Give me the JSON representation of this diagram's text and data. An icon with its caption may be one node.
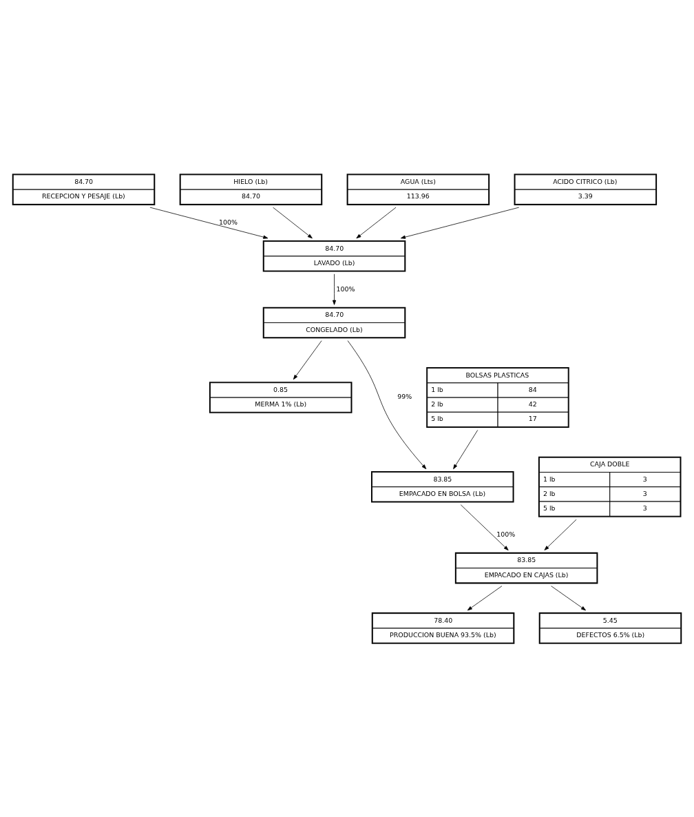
{
  "diagram": {
    "nodes": [
      {
        "text": [
          "84.70",
          "RECEPCION Y PESAJE (Lb)"
        ]
      },
      {
        "text": [
          "HIELO (Lb)",
          "84.70"
        ]
      },
      {
        "text": [
          "AGUA (Lts)",
          "113.96"
        ]
      },
      {
        "text": [
          "ACIDO CITRICO (Lb)",
          "3.39"
        ]
      },
      {
        "text": [
          "84.70",
          "LAVADO (Lb)"
        ]
      },
      {
        "text": [
          "84.70",
          "CONGELADO (Lb)"
        ]
      },
      {
        "text": [
          "0.85",
          "MERMA 1% (Lb)"
        ]
      },
      {
        "text": [
          "BOLSAS PLASTICAS",
          "1 lb",
          "84",
          "2 lb",
          "42",
          "5 lb",
          "17"
        ]
      },
      {
        "text": [
          "83.85",
          "EMPACADO EN BOLSA (Lb)"
        ]
      },
      {
        "text": [
          "CAJA DOBLE",
          "1 lb",
          "3",
          "2 lb",
          "3",
          "5 lb",
          "3"
        ]
      },
      {
        "text": [
          "83.85",
          "EMPACADO EN CAJAS (Lb)"
        ]
      },
      {
        "text": [
          "78.40",
          "PRODUCCION BUENA 93.5% (Lb)"
        ]
      },
      {
        "text": [
          "5.45",
          "DEFECTOS 6.5% (Lb)"
        ]
      }
    ],
    "edges": [
      {
        "from": 0,
        "to": 4,
        "arrow": "to",
        "label": "100%"
      },
      {
        "from": 2,
        "to": 4,
        "arrow": "to"
      },
      {
        "from": 1,
        "to": 4,
        "arrow": "to"
      },
      {
        "from": 3,
        "to": 4,
        "arrow": "to"
      },
      {
        "from": 4,
        "to": 5,
        "arrow": "to",
        "label": "100%"
      },
      {
        "from": 5,
        "to": 6,
        "arrow": "to"
      },
      {
        "from": 5,
        "to": 8,
        "arrow": "to",
        "label": "99%"
      },
      {
        "from": 7,
        "to": 8,
        "arrow": "to"
      },
      {
        "from": 8,
        "to": 10,
        "arrow": "to",
        "label": "100%"
      },
      {
        "from": 9,
        "to": 10,
        "arrow": "to"
      },
      {
        "from": 10,
        "to": 11,
        "arrow": "to"
      },
      {
        "from": 10,
        "to": 12,
        "arrow": "to"
      }
    ]
  }
}
